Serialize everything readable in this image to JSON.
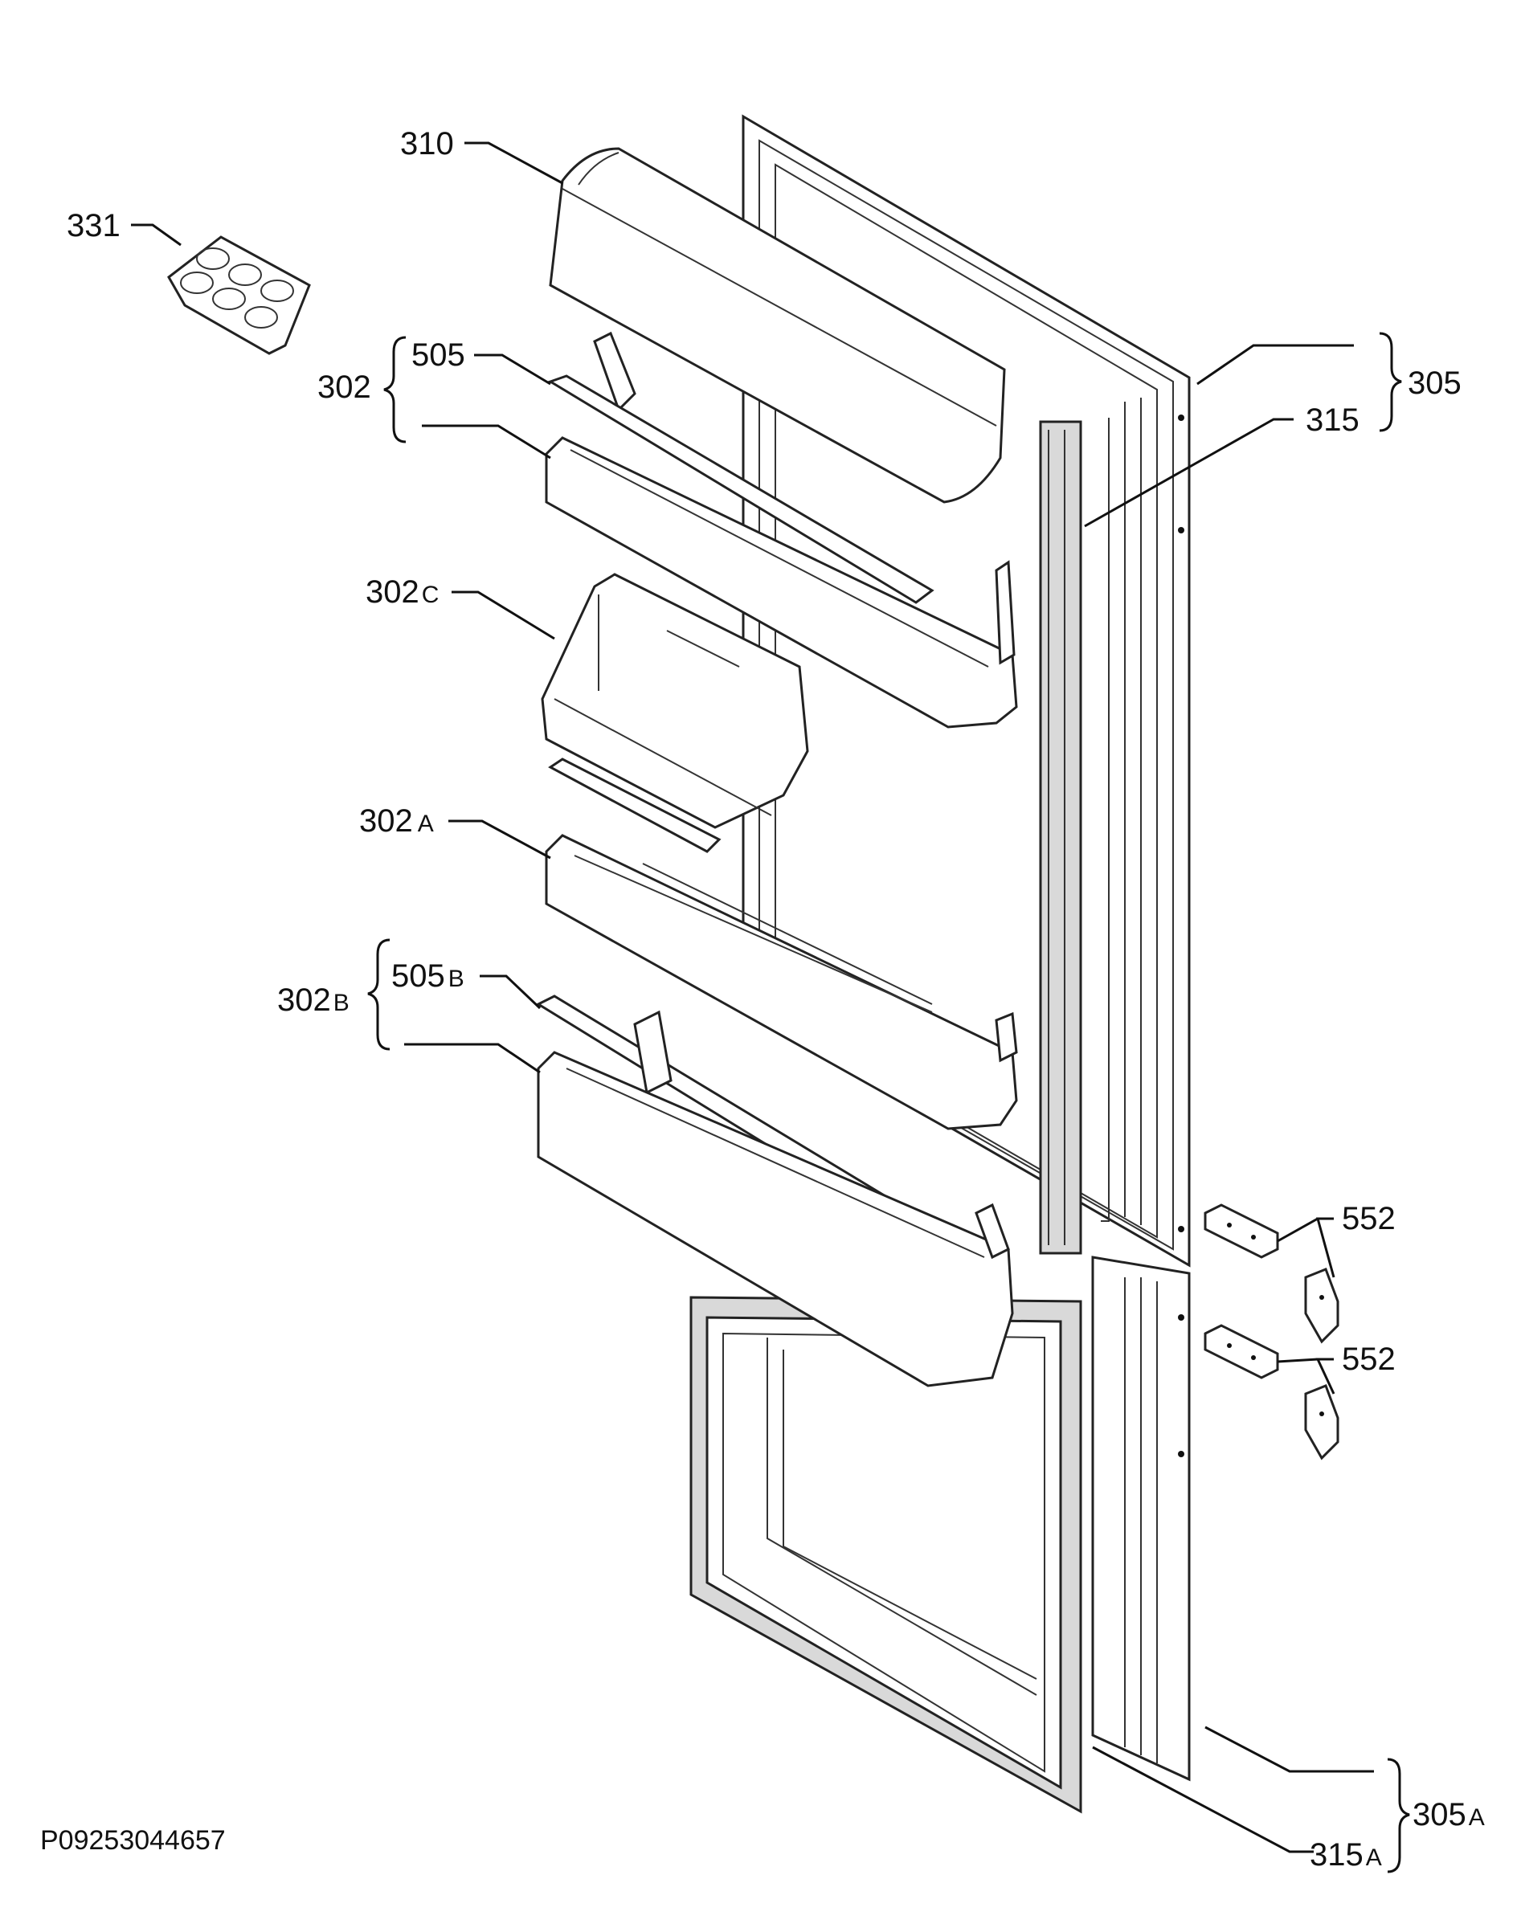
{
  "document_code": "P09253044657",
  "labels": [
    {
      "id": "310",
      "num": "310",
      "suffix": ""
    },
    {
      "id": "331",
      "num": "331",
      "suffix": ""
    },
    {
      "id": "302",
      "num": "302",
      "suffix": ""
    },
    {
      "id": "505",
      "num": "505",
      "suffix": ""
    },
    {
      "id": "302C",
      "num": "302",
      "suffix": "C"
    },
    {
      "id": "302A",
      "num": "302",
      "suffix": "A"
    },
    {
      "id": "302B",
      "num": "302",
      "suffix": "B"
    },
    {
      "id": "505B",
      "num": "505",
      "suffix": "B"
    },
    {
      "id": "305",
      "num": "305",
      "suffix": ""
    },
    {
      "id": "315",
      "num": "315",
      "suffix": ""
    },
    {
      "id": "552a",
      "num": "552",
      "suffix": ""
    },
    {
      "id": "552b",
      "num": "552",
      "suffix": ""
    },
    {
      "id": "305A",
      "num": "305",
      "suffix": "A"
    },
    {
      "id": "315A",
      "num": "315",
      "suffix": "A"
    }
  ]
}
